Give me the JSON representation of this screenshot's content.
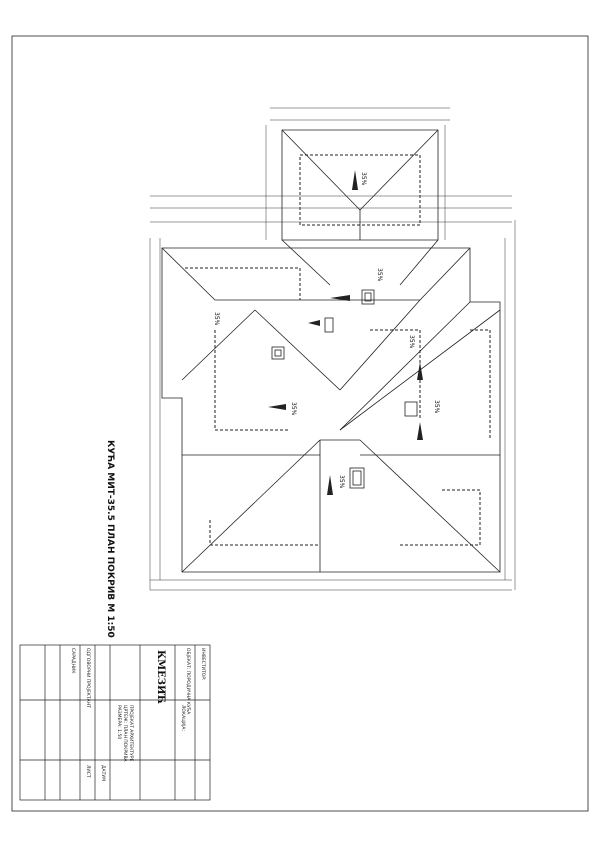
{
  "drawing": {
    "title": "КУЋА МИТ-35.5 ПЛАН ПОКРИВ M 1:50"
  },
  "slopes": [
    {
      "id": "s1",
      "text": "35%"
    },
    {
      "id": "s2",
      "text": "35%"
    },
    {
      "id": "s3",
      "text": "35%"
    },
    {
      "id": "s4",
      "text": "35%"
    },
    {
      "id": "s5",
      "text": "35%"
    },
    {
      "id": "s6",
      "text": "35%"
    },
    {
      "id": "s7",
      "text": "35%"
    }
  ],
  "titleblock": {
    "logo": "КМЕЗИЋ",
    "lines": [
      "ИНВЕСТИТОР:",
      "ОБЈЕКАТ: ПОРОДИЧНА КУЋА",
      "ЛОКАЦИЈА:",
      "ПРОЈЕКАТ АРХИТЕКТУРЕ",
      "ЦРТЕЖ: ПЛАН ПОКРИВА",
      "РАЗМЕРА: 1:50",
      "ОДГОВОРНИ ПРОЈЕКТАНТ",
      "САРАДНИК",
      "ДАТУМ",
      "ЛИСТ"
    ]
  }
}
